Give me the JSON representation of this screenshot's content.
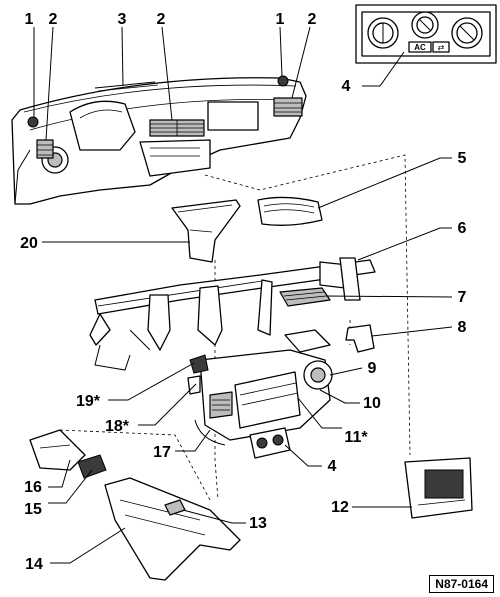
{
  "figure_ref": "N87-0164",
  "inset_buttons": {
    "ac": "AC",
    "recirc": "⇄"
  },
  "callouts": [
    {
      "key": "c1a",
      "text": "1"
    },
    {
      "key": "c2a",
      "text": "2"
    },
    {
      "key": "c3",
      "text": "3"
    },
    {
      "key": "c2b",
      "text": "2"
    },
    {
      "key": "c1b",
      "text": "1"
    },
    {
      "key": "c2c",
      "text": "2"
    },
    {
      "key": "c4a",
      "text": "4"
    },
    {
      "key": "c5",
      "text": "5"
    },
    {
      "key": "c6",
      "text": "6"
    },
    {
      "key": "c7",
      "text": "7"
    },
    {
      "key": "c8",
      "text": "8"
    },
    {
      "key": "c9",
      "text": "9"
    },
    {
      "key": "c10",
      "text": "10"
    },
    {
      "key": "c11",
      "text": "11*"
    },
    {
      "key": "c4b",
      "text": "4"
    },
    {
      "key": "c12",
      "text": "12"
    },
    {
      "key": "c13",
      "text": "13"
    },
    {
      "key": "c14",
      "text": "14"
    },
    {
      "key": "c15",
      "text": "15"
    },
    {
      "key": "c16",
      "text": "16"
    },
    {
      "key": "c17",
      "text": "17"
    },
    {
      "key": "c18",
      "text": "18*"
    },
    {
      "key": "c19",
      "text": "19*"
    },
    {
      "key": "c20",
      "text": "20"
    }
  ]
}
